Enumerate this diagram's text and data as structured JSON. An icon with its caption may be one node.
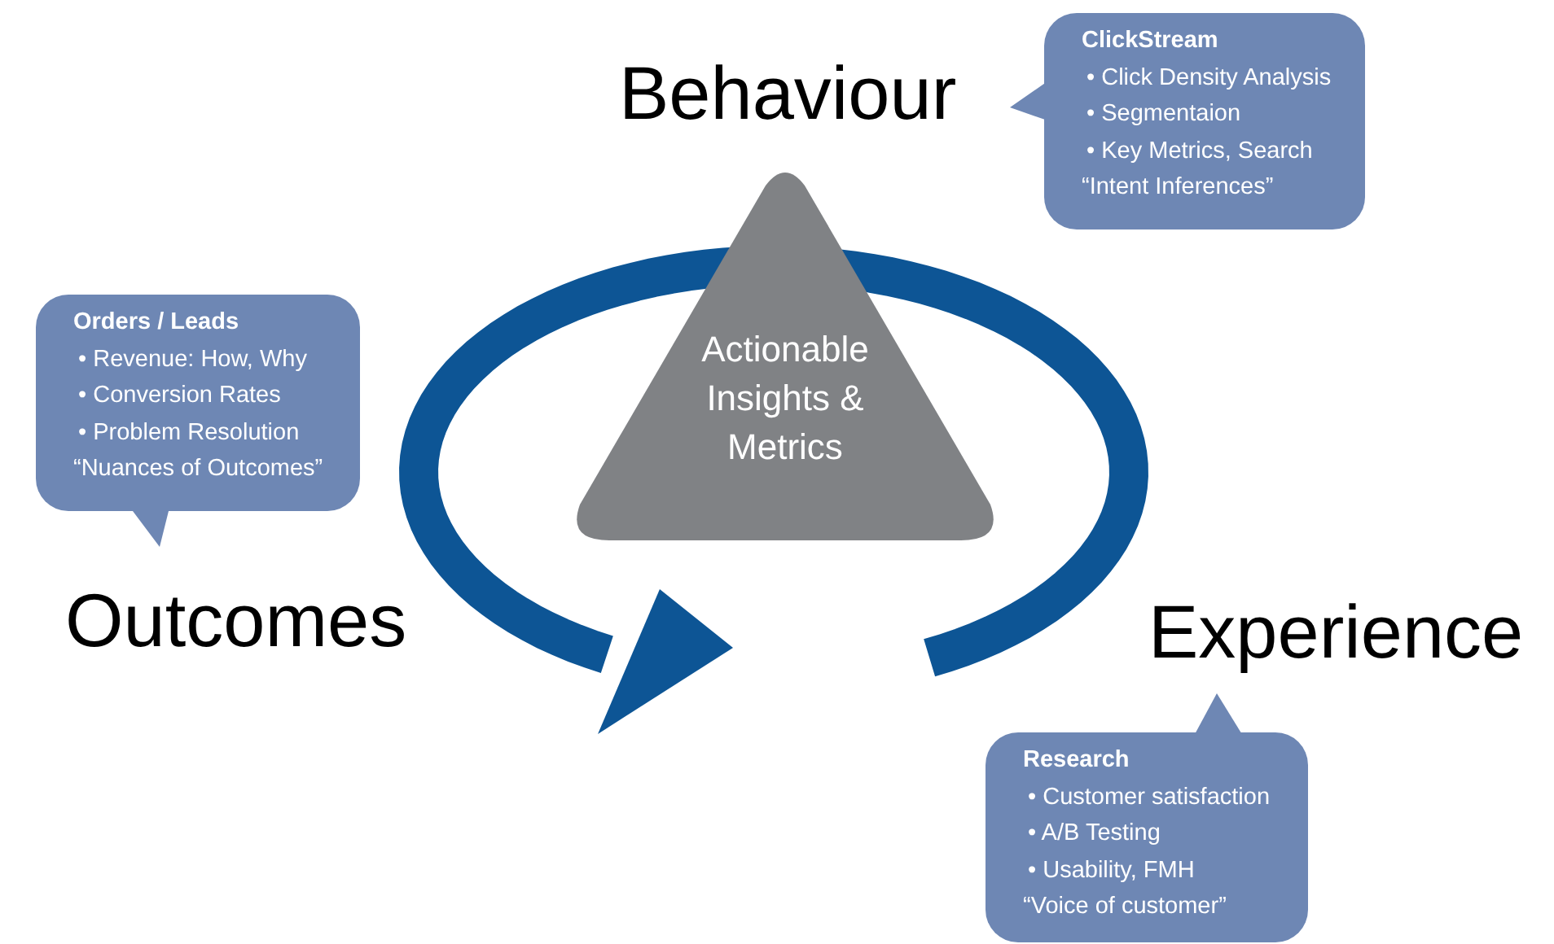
{
  "diagram": {
    "nodes": [
      {
        "text": [
          "ClickStream",
          "• Click Density Analysis",
          "• Segmentaion",
          "• Key Metrics, Search",
          "“Intent Inferences”"
        ]
      },
      {
        "text": [
          "Actionable Insights & Metrics"
        ]
      },
      {
        "text": [
          "Orders / Leads",
          "• Revenue: How, Why",
          "• Conversion Rates",
          "• Problem Resolution",
          "“Nuances of Outcomes”"
        ]
      },
      {
        "text": [
          "Research",
          "• Customer satisfaction",
          "• A/B Testing",
          "• Usability, FMH",
          "“Voice of customer”"
        ]
      }
    ],
    "edges": [],
    "labels": [
      "Behaviour",
      "Outcomes",
      "Experience"
    ]
  }
}
